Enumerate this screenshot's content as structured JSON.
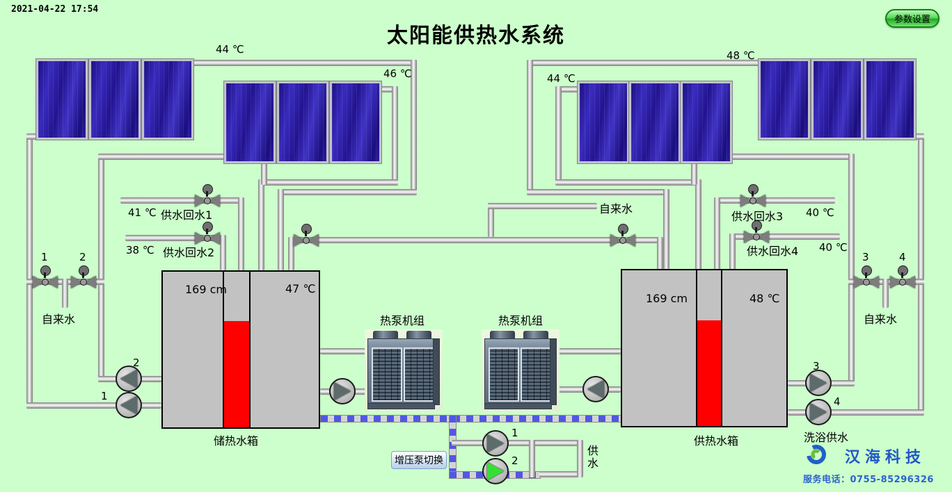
{
  "header": {
    "timestamp": "2021-04-22 17:54",
    "title": "太阳能供热水系统",
    "settings_button": "参数设置"
  },
  "collector_temps": {
    "group_a": "44 ℃",
    "group_b": "46 ℃",
    "group_c": "44 ℃",
    "group_d": "48 ℃"
  },
  "return_lines": {
    "left": [
      {
        "temp": "41 ℃",
        "label": "供水回水1"
      },
      {
        "temp": "38 ℃",
        "label": "供水回水2"
      }
    ],
    "right": [
      {
        "label": "供水回水3",
        "temp": "40 ℃"
      },
      {
        "label": "供水回水4",
        "temp": "40 ℃"
      }
    ]
  },
  "valve_numbers": {
    "v1": "1",
    "v2": "2",
    "v3": "3",
    "v4": "4"
  },
  "tap_water": {
    "left": "自来水",
    "middle": "自来水",
    "right": "自来水"
  },
  "tanks": {
    "storage": {
      "level": "169 cm",
      "temp": "47 ℃",
      "name": "储热水箱"
    },
    "supply": {
      "level": "169 cm",
      "temp": "48 ℃",
      "name": "供热水箱"
    }
  },
  "heat_pumps": {
    "left_label": "热泵机组",
    "right_label": "热泵机组"
  },
  "pump_numbers": {
    "left_upper": "2",
    "left_lower": "1",
    "right_upper": "3",
    "right_lower": "4",
    "booster_1": "1",
    "booster_2": "2"
  },
  "booster": {
    "switch_button": "增压泵切换",
    "supply_label": "供水"
  },
  "bath_supply_label": "洗浴供水",
  "footer": {
    "brand": "汉海科技",
    "phone": "服务电话：0755-85296326"
  },
  "colors": {
    "background": "#ccffcc",
    "tank_level_red": "#ff0000",
    "panel_blue": "#2d1fa8",
    "running_pump_green": "#35e035",
    "settings_button_green": "#23a823",
    "booster_button_blue": "#b9cfe8",
    "brand_blue": "#2157c7",
    "flow_dash_blue": "#5257e0"
  }
}
